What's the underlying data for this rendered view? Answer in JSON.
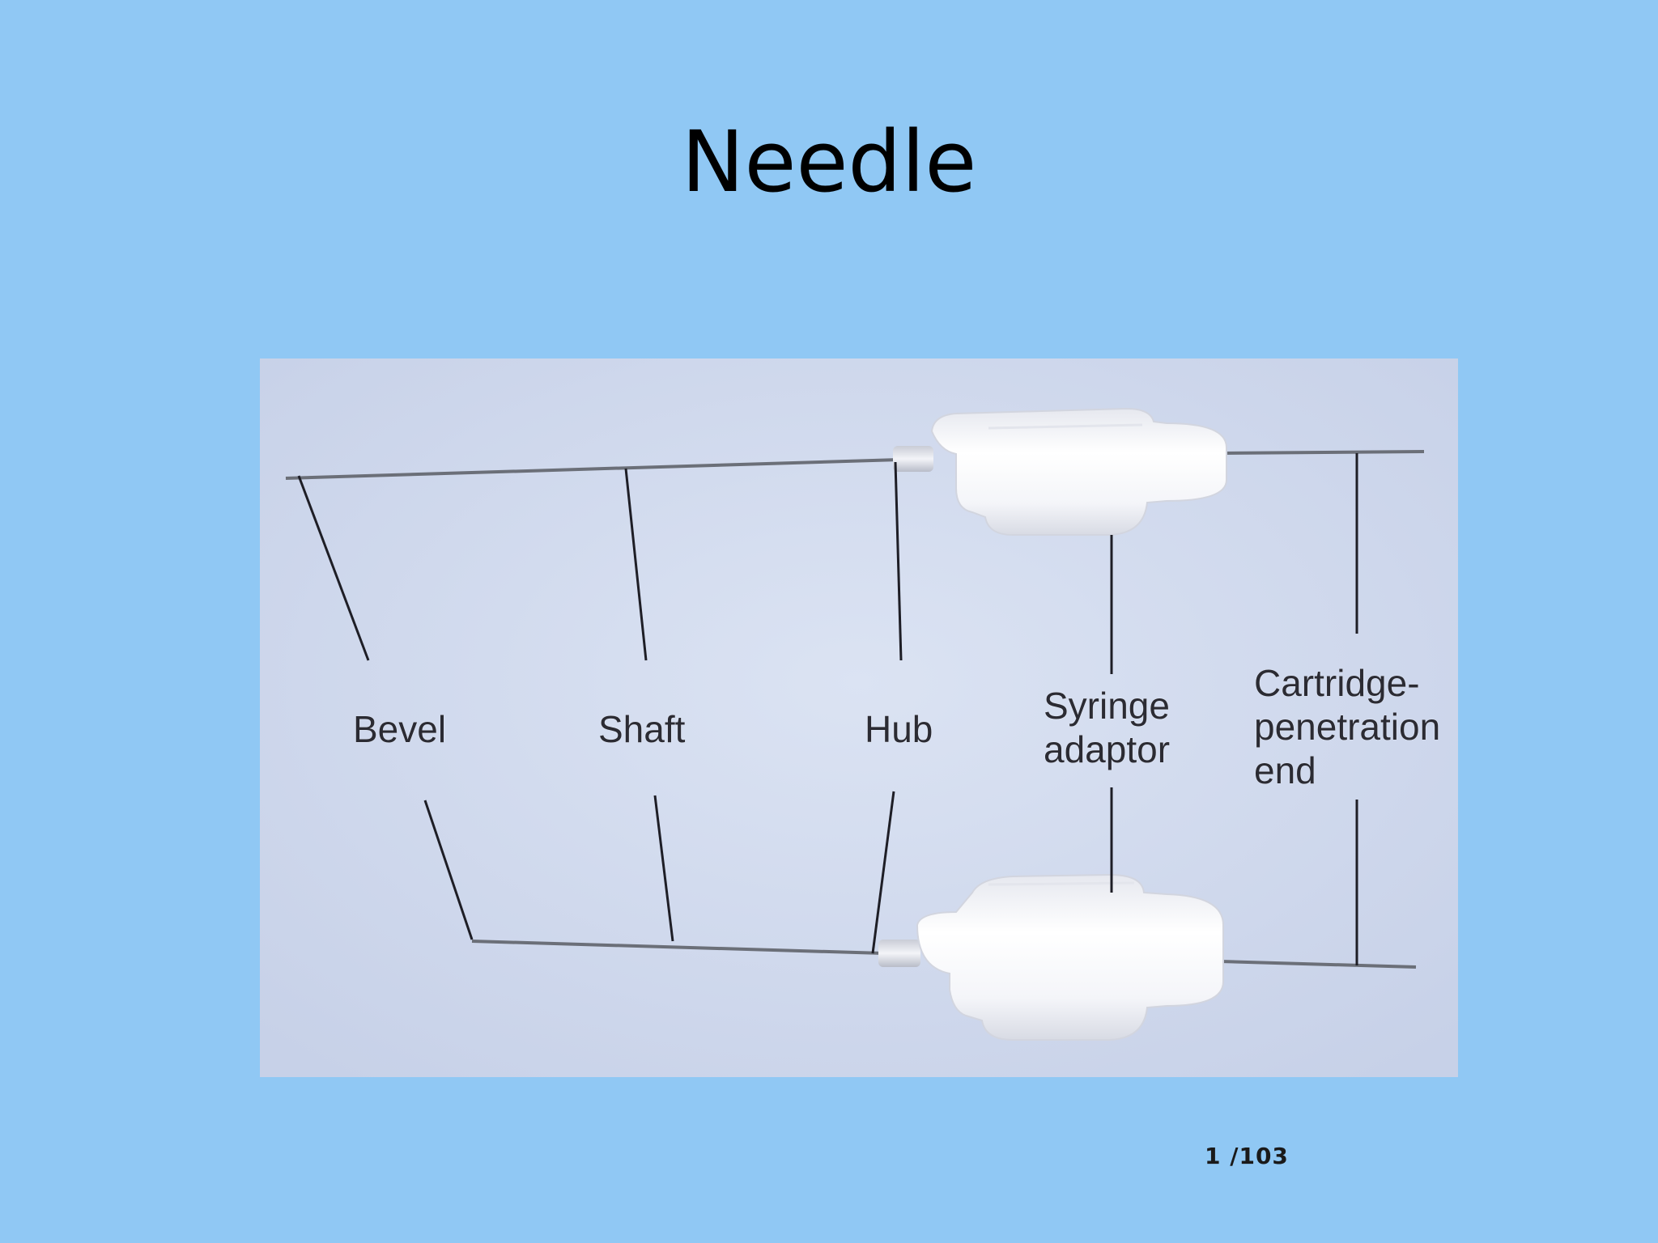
{
  "slide": {
    "title": "Needle",
    "page_number": "1 /103"
  },
  "figure": {
    "background": "#cfd9ee",
    "labels": {
      "bevel": "Bevel",
      "shaft": "Shaft",
      "hub": "Hub",
      "syringe_adaptor": "Syringe\nadaptor",
      "cartridge_end": "Cartridge-\npenetration\nend"
    }
  },
  "colors": {
    "slide_background": "#90c8f4",
    "leader_lines": "#1e1e26",
    "needle_shaft": "#6b6f78",
    "hub_plastic": "#f7f7fa"
  }
}
